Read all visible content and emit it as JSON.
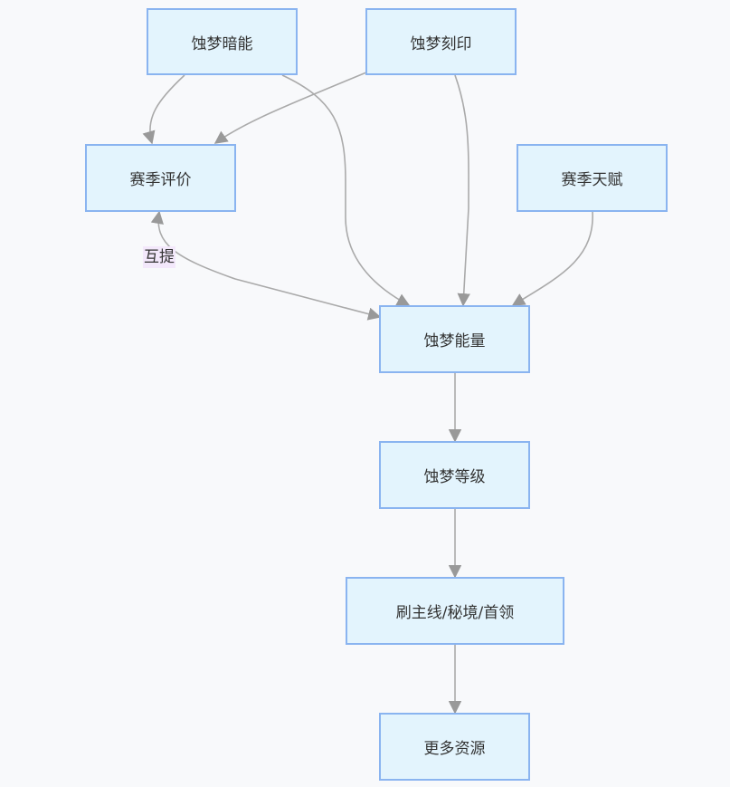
{
  "nodes": {
    "dark_energy": "蚀梦暗能",
    "engraving": "蚀梦刻印",
    "season_rating": "赛季评价",
    "season_talent": "赛季天赋",
    "energy": "蚀梦能量",
    "level": "蚀梦等级",
    "farm": "刷主线/秘境/首领",
    "resources": "更多资源"
  },
  "edges": [
    {
      "from": "dark_energy",
      "to": "season_rating"
    },
    {
      "from": "dark_energy",
      "to": "energy"
    },
    {
      "from": "engraving",
      "to": "season_rating"
    },
    {
      "from": "engraving",
      "to": "energy"
    },
    {
      "from": "season_talent",
      "to": "energy"
    },
    {
      "from": "season_rating",
      "to": "energy",
      "label": "互提",
      "bidirectional": true
    },
    {
      "from": "energy",
      "to": "level"
    },
    {
      "from": "level",
      "to": "farm"
    },
    {
      "from": "farm",
      "to": "resources"
    }
  ],
  "edge_labels": {
    "mutual": "互提"
  }
}
